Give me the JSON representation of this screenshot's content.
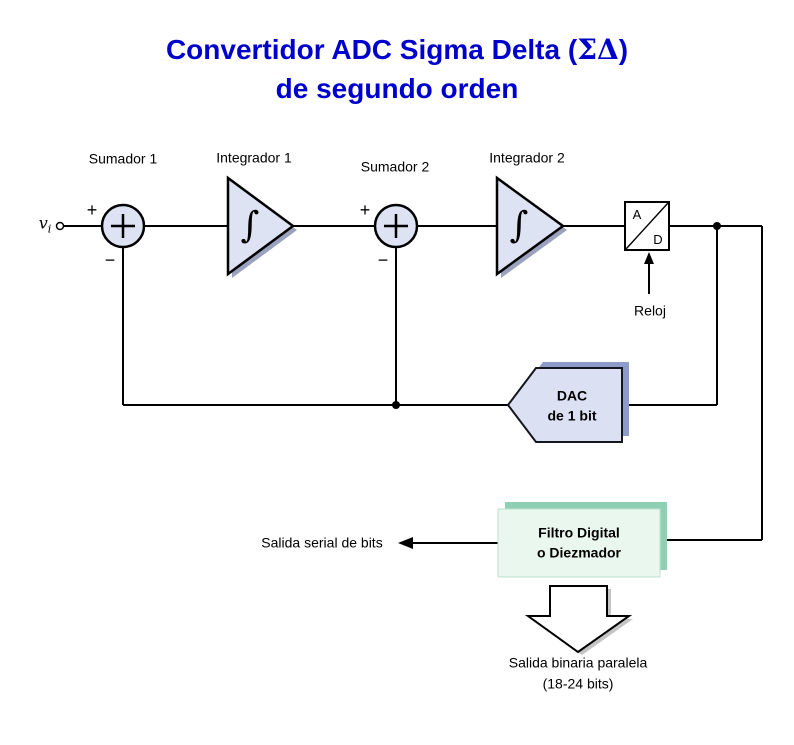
{
  "title": {
    "prefix": "Convertidor ADC Sigma Delta (",
    "math": "ΣΔ",
    "suffix": ")",
    "line2": "de segundo orden"
  },
  "diagram": {
    "input": {
      "var": "v",
      "sub": "i"
    },
    "sumador1": {
      "label": "Sumador 1",
      "plus": "+",
      "minus": "−"
    },
    "integrador1": {
      "label": "Integrador 1",
      "symbol": "∫"
    },
    "sumador2": {
      "label": "Sumador 2",
      "plus": "+",
      "minus": "−"
    },
    "integrador2": {
      "label": "Integrador 2",
      "symbol": "∫"
    },
    "adc": {
      "top": "A",
      "bottom": "D"
    },
    "reloj": {
      "label": "Reloj"
    },
    "dac": {
      "line1": "DAC",
      "line2": "de 1 bit"
    },
    "filtro": {
      "line1": "Filtro Digital",
      "line2": "o Diezmador"
    },
    "salida_serial": {
      "label": "Salida serial de bits"
    },
    "salida_paralela": {
      "line1": "Salida binaria paralela",
      "line2": "(18-24 bits)"
    }
  },
  "colors": {
    "title_blue": "#0000cd",
    "node_fill": "#dde3f3",
    "node_shadow": "#9aa2bd",
    "dac_fill": "#dbe1f2",
    "dac_shadow": "#8d9bc9",
    "filtro_fill": "#eaf7ef",
    "filtro_shadow": "#8fd0b4",
    "wire": "#000000"
  }
}
